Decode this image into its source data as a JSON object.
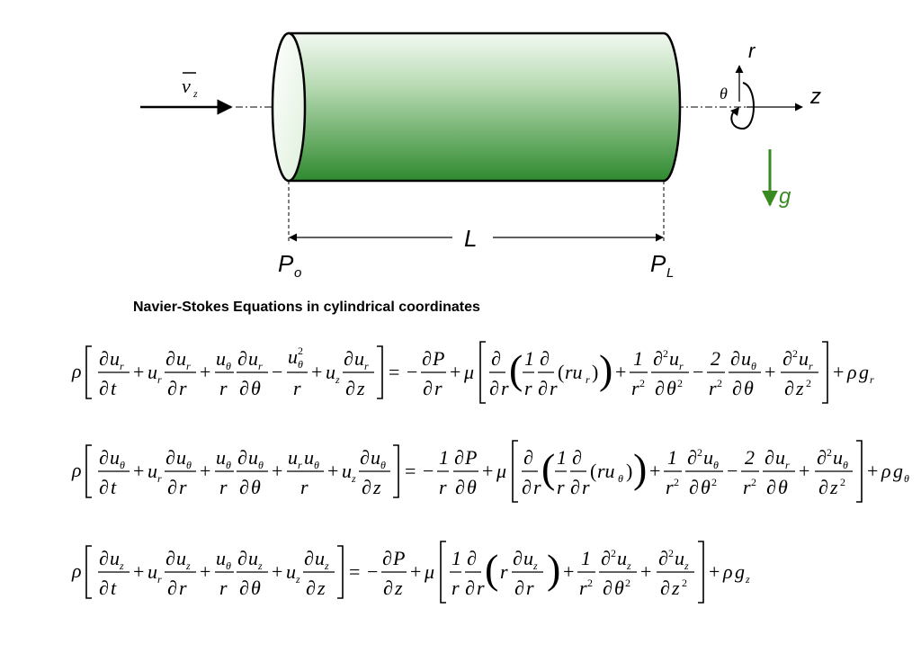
{
  "diagram": {
    "inlet_velocity": "v",
    "inlet_velocity_sub": "z",
    "length_label": "L",
    "pressure_in": "P",
    "pressure_in_sub": "o",
    "pressure_out": "P",
    "pressure_out_sub": "L",
    "axis_r": "r",
    "axis_theta": "θ",
    "axis_z": "z",
    "gravity": "g",
    "colors": {
      "pipe_green": "#2e8b2e",
      "gravity_green": "#3a8a22"
    }
  },
  "heading": "Navier-Stokes Equations in cylindrical coordinates",
  "equations": {
    "radial": "ρ[∂u_r/∂t + u_r ∂u_r/∂r + (u_θ/r) ∂u_r/∂θ − u_θ²/r + u_z ∂u_r/∂z] = −∂P/∂r + μ[∂/∂r((1/r) ∂/∂r(r u_r)) + (1/r²) ∂²u_r/∂θ² − (2/r²) ∂u_θ/∂θ + ∂²u_r/∂z²] + ρ g_r",
    "angular": "ρ[∂u_θ/∂t + u_r ∂u_θ/∂r + (u_θ/r) ∂u_θ/∂θ + u_r u_θ/r + u_z ∂u_θ/∂z] = −(1/r) ∂P/∂θ + μ[∂/∂r((1/r) ∂/∂r(r u_θ)) + (1/r²) ∂²u_θ/∂θ² − (2/r²) ∂u_r/∂θ + ∂²u_θ/∂z²] + ρ g_θ",
    "axial": "ρ[∂u_z/∂t + u_r ∂u_z/∂r + (u_θ/r) ∂u_z/∂θ + u_z ∂u_z/∂z] = −∂P/∂z + μ[(1/r) ∂/∂r(r ∂u_z/∂r) + (1/r²) ∂²u_z/∂θ² + ∂²u_z/∂z²] + ρ g_z"
  }
}
